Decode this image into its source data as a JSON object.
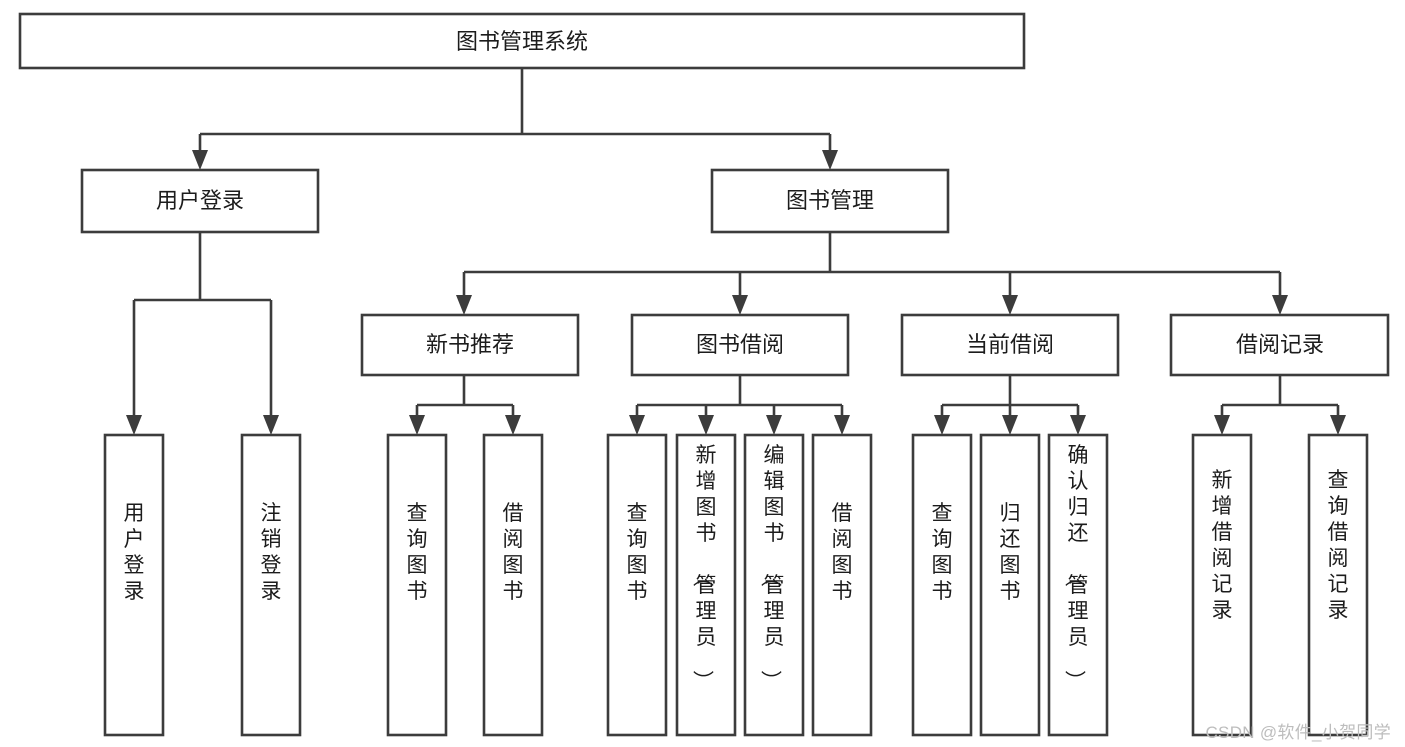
{
  "diagram": {
    "type": "tree-hierarchy",
    "title": "图书管理系统",
    "orientation": "top-down",
    "colors": {
      "box_fill": "#ffffff",
      "box_stroke": "#3c3c3c",
      "text": "#1c1c1c",
      "background": "#ffffff",
      "watermark": "#bdbdbd"
    },
    "root": {
      "id": "root",
      "label": "图书管理系统"
    },
    "level1": [
      {
        "id": "user-login",
        "label": "用户登录"
      },
      {
        "id": "book-manage",
        "label": "图书管理"
      }
    ],
    "level2": [
      {
        "id": "new-book-recommend",
        "label": "新书推荐",
        "parent": "book-manage"
      },
      {
        "id": "book-borrow",
        "label": "图书借阅",
        "parent": "book-manage"
      },
      {
        "id": "current-borrow",
        "label": "当前借阅",
        "parent": "book-manage"
      },
      {
        "id": "borrow-record",
        "label": "借阅记录",
        "parent": "book-manage"
      }
    ],
    "leaves": [
      {
        "id": "leaf-user-login",
        "label": "用户登录",
        "parent": "user-login"
      },
      {
        "id": "leaf-logout",
        "label": "注销登录",
        "parent": "user-login"
      },
      {
        "id": "leaf-query-book-1",
        "label": "查询图书",
        "parent": "new-book-recommend"
      },
      {
        "id": "leaf-borrow-book-1",
        "label": "借阅图书",
        "parent": "new-book-recommend"
      },
      {
        "id": "leaf-query-book-2",
        "label": "查询图书",
        "parent": "book-borrow"
      },
      {
        "id": "leaf-add-book",
        "label": "新增图书（管理员）",
        "parent": "book-borrow"
      },
      {
        "id": "leaf-edit-book",
        "label": "编辑图书（管理员）",
        "parent": "book-borrow"
      },
      {
        "id": "leaf-borrow-book-2",
        "label": "借阅图书",
        "parent": "book-borrow"
      },
      {
        "id": "leaf-query-book-3",
        "label": "查询图书",
        "parent": "current-borrow"
      },
      {
        "id": "leaf-return-book",
        "label": "归还图书",
        "parent": "current-borrow"
      },
      {
        "id": "leaf-confirm-return",
        "label": "确认归还（管理员）",
        "parent": "current-borrow"
      },
      {
        "id": "leaf-add-record",
        "label": "新增借阅记录",
        "parent": "borrow-record"
      },
      {
        "id": "leaf-query-record",
        "label": "查询借阅记录",
        "parent": "borrow-record"
      }
    ]
  },
  "watermark": {
    "text": "CSDN @软件_小贺同学"
  }
}
